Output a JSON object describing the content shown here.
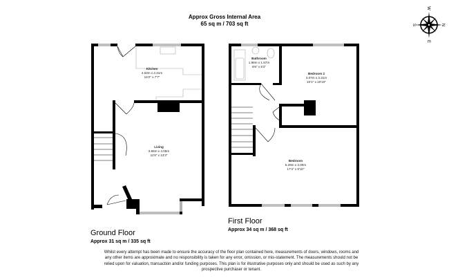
{
  "header": {
    "title": "Approx Gross Internal Area",
    "area": "65 sq m / 703 sq ft"
  },
  "compass": {
    "top": "W",
    "right": "N",
    "bottom": "E",
    "left": "S"
  },
  "ground_floor": {
    "name": "Ground Floor",
    "area": "Approx 31 sq m / 335 sq ft",
    "rooms": [
      {
        "name": "Kitchen",
        "metric": "4.63m x 2.31m",
        "imperial": "15'2\" x 7'7\""
      },
      {
        "name": "Living",
        "metric": "3.56m x 4.05m",
        "imperial": "11'8\" x 13'3\""
      }
    ]
  },
  "first_floor": {
    "name": "First Floor",
    "area": "Approx 34 sq m / 368 sq ft",
    "rooms": [
      {
        "name": "Bathroom",
        "metric": "1.98m x 1.57m",
        "imperial": "6'6\" x 5'2\""
      },
      {
        "name": "Bedroom 2",
        "metric": "3.07m x 3.31m",
        "imperial": "10'1\" x 10'10\""
      },
      {
        "name": "Bedroom",
        "metric": "5.29m x 3.00m",
        "imperial": "17'4\" x 9'10\""
      }
    ]
  },
  "disclaimer": {
    "line1": "Whilst every attempt has been made to ensure the accuracy of the floor plan contained here, measurements of doors, windows, rooms and",
    "line2": "any other items are approximate and no responsibility is taken for any error, omission, or mis-statement. The measurements should not be",
    "line3": "relied upon for valuation, transaction and/or funding purposes. This plan is for illustrative purposes only and should be used as such by any",
    "line4": "prospective purchaser or tenant."
  }
}
